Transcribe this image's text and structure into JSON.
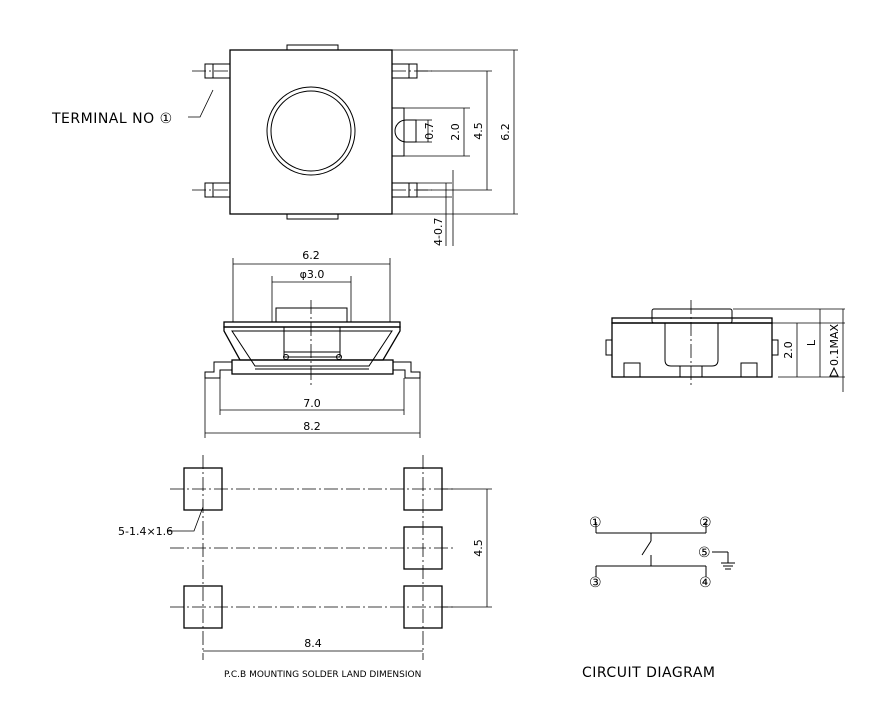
{
  "top_view": {
    "terminal_label": "TERMINAL NO ①",
    "dim_slot": "0.7",
    "dim_inner": "2.0",
    "dim_pitch": "4.5",
    "dim_body": "6.2",
    "dim_lead": "4-0.7"
  },
  "front_view": {
    "dim_body_width": "6.2",
    "dim_actuator": "φ3.0",
    "dim_lead_span": "7.0",
    "dim_overall": "8.2"
  },
  "side_view": {
    "dim_height": "2.0",
    "dim_l": "L",
    "dim_flatness": "0.1MAX"
  },
  "pcb_layout": {
    "pad_label": "5-1.4×1.6",
    "dim_vertical": "4.5",
    "dim_horizontal": "8.4",
    "caption": "P.C.B MOUNTING SOLDER LAND DIMENSION"
  },
  "circuit": {
    "pin1": "①",
    "pin2": "②",
    "pin3": "③",
    "pin4": "④",
    "pin5": "⑤",
    "caption": "CIRCUIT DIAGRAM"
  }
}
